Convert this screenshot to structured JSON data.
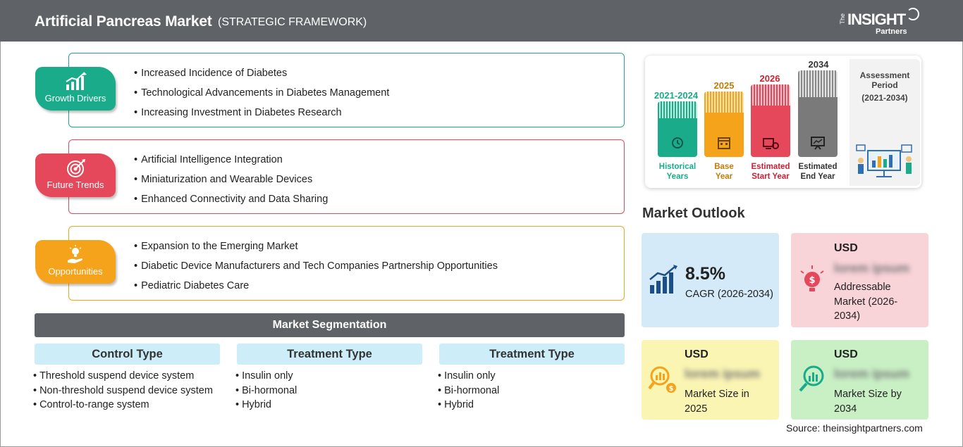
{
  "header": {
    "title": "Artificial Pancreas Market",
    "subtitle": "(STRATEGIC FRAMEWORK)"
  },
  "logo": {
    "the": "The",
    "main": "INSIGHT",
    "sub": "Partners"
  },
  "framework": [
    {
      "label": "Growth Drivers",
      "color": "#1aab8a",
      "icon": "growth-chart-icon",
      "items": [
        "Increased Incidence of Diabetes",
        "Technological Advancements in Diabetes Management",
        "Increasing Investment in Diabetes Research"
      ]
    },
    {
      "label": "Future Trends",
      "color": "#e5485a",
      "icon": "target-icon",
      "items": [
        "Artificial Intelligence Integration",
        "Miniaturization and Wearable Devices",
        "Enhanced Connectivity and Data Sharing"
      ]
    },
    {
      "label": "Opportunities",
      "color": "#f5a31a",
      "icon": "lightbulb-hand-icon",
      "items": [
        "Expansion to the Emerging Market",
        "Diabetic Device Manufacturers and Tech Companies Partnership Opportunities",
        "Pediatric Diabetes Care"
      ]
    }
  ],
  "segmentation": {
    "title": "Market Segmentation",
    "columns": [
      {
        "heading": "Control Type",
        "items": [
          "Threshold suspend device system",
          "Non-threshold suspend device system",
          "Control-to-range system"
        ]
      },
      {
        "heading": "Treatment Type",
        "items": [
          "Insulin only",
          "Bi-hormonal",
          "Hybrid"
        ]
      },
      {
        "heading": "Treatment Type",
        "items": [
          "Insulin only",
          "Bi-hormonal",
          "Hybrid"
        ]
      }
    ]
  },
  "timeline": [
    {
      "year": "2021-2024",
      "label_1": "Historical",
      "label_2": "Years",
      "color": "#1aab8a",
      "icon": "history-icon"
    },
    {
      "year": "2025",
      "label_1": "Base",
      "label_2": "Year",
      "color": "#f5a31a",
      "icon": "calendar-icon"
    },
    {
      "year": "2026",
      "label_1": "Estimated",
      "label_2": "Start Year",
      "color": "#e5485a",
      "icon": "forecast-icon"
    },
    {
      "year": "2034",
      "label_1": "Estimated",
      "label_2": "End Year",
      "color": "#777777",
      "icon": "presentation-icon"
    }
  ],
  "assessment": {
    "line_1": "Assessment",
    "line_2": "Period",
    "period": "(2021-2034)"
  },
  "outlook": {
    "title": "Market Outlook",
    "cagr": {
      "value": "8.5%",
      "desc": "CAGR (2026-2034)"
    },
    "addressable": {
      "currency": "USD",
      "value": "lorem ipsum",
      "desc_1": "Addressable",
      "desc_2": "Market (2026-",
      "desc_3": "2034)"
    },
    "size_2025": {
      "currency": "USD",
      "value": "lorem ipsum",
      "desc_1": "Market Size in",
      "desc_2": "2025"
    },
    "size_2034": {
      "currency": "USD",
      "value": "lorem ipsum",
      "desc_1": "Market Size by",
      "desc_2": "2034"
    }
  },
  "source": "Source: theinsightpartners.com"
}
